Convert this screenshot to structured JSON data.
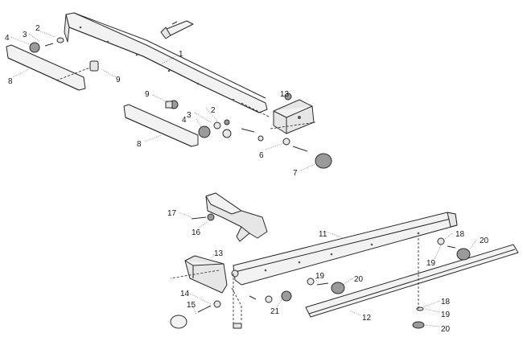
{
  "callouts": {
    "c1": "1",
    "c2a": "2",
    "c3a": "3",
    "c4a": "4",
    "c8a": "8",
    "c9a": "9",
    "c9b": "9",
    "c4b": "4",
    "c3b": "3",
    "c2b": "2",
    "c8b": "8",
    "c13a": "13",
    "c6": "6",
    "c7": "7",
    "c17": "17",
    "c16": "16",
    "c11": "11",
    "c13b": "13",
    "c18a": "18",
    "c20a": "20",
    "c19a": "19",
    "c19b": "19",
    "c20b": "20",
    "c14": "14",
    "c15": "15",
    "c21": "21",
    "c12": "12",
    "c18b": "18",
    "c19c": "19",
    "c20c": "20"
  }
}
